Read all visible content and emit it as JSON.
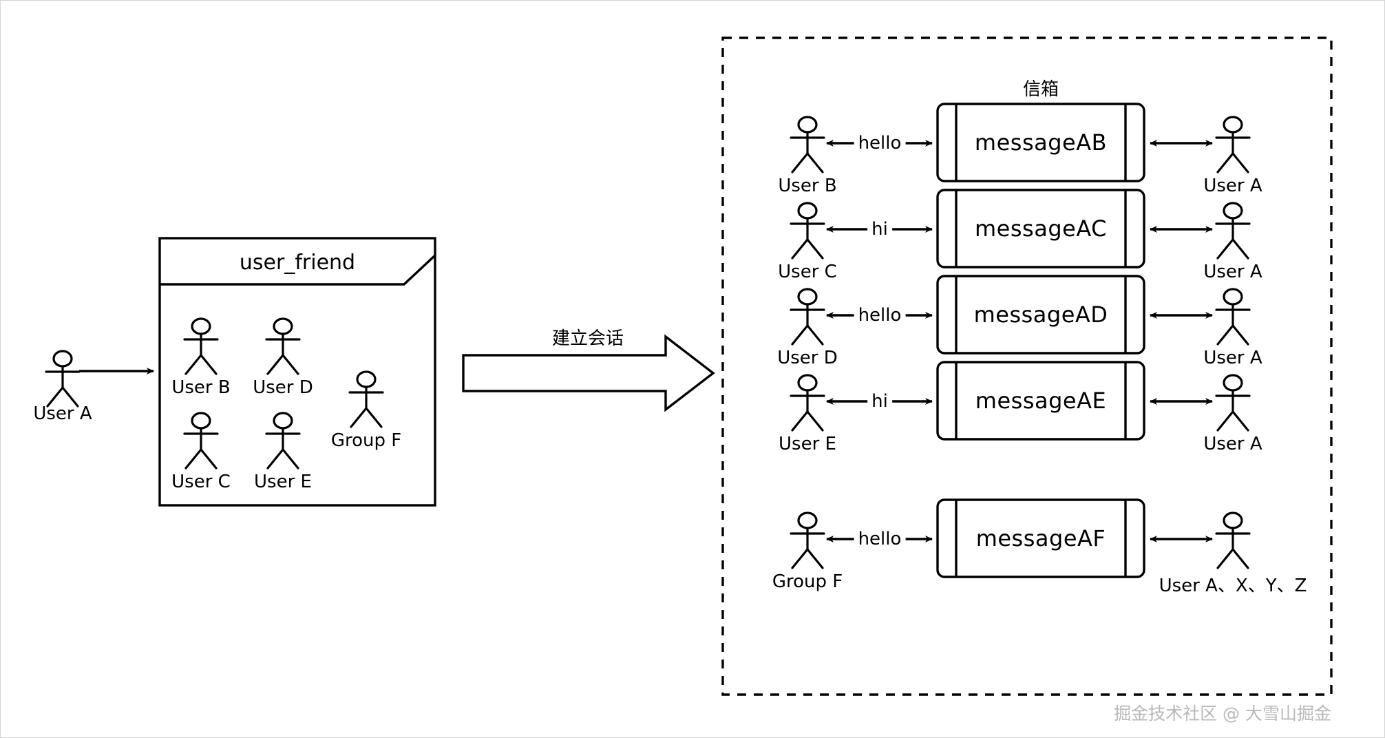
{
  "diagram": {
    "source_actor": {
      "label": "User A"
    },
    "flow_arrow": {
      "label": "建立会话"
    },
    "user_friend_box": {
      "title": "user_friend",
      "members": [
        {
          "label": "User B"
        },
        {
          "label": "User D"
        },
        {
          "label": "User C"
        },
        {
          "label": "User E"
        },
        {
          "label": "Group F"
        }
      ]
    },
    "mailbox": {
      "title": "信箱",
      "rows": [
        {
          "left_actor": "User B",
          "edge_label": "hello",
          "message": "messageAB",
          "right_actor": "User A"
        },
        {
          "left_actor": "User C",
          "edge_label": "hi",
          "message": "messageAC",
          "right_actor": "User A"
        },
        {
          "left_actor": "User D",
          "edge_label": "hello",
          "message": "messageAD",
          "right_actor": "User A"
        },
        {
          "left_actor": "User E",
          "edge_label": "hi",
          "message": "messageAE",
          "right_actor": "User A"
        },
        {
          "left_actor": "Group F",
          "edge_label": "hello",
          "message": "messageAF",
          "right_actor": "User A、X、Y、Z"
        }
      ]
    },
    "watermark": {
      "text": "掘金技术社区 @ 大雪山掘金"
    },
    "colors": {
      "stroke": "#000000",
      "background": "#ffffff",
      "watermark": "#b8b8b8",
      "frame": "#d4d4d4"
    }
  }
}
